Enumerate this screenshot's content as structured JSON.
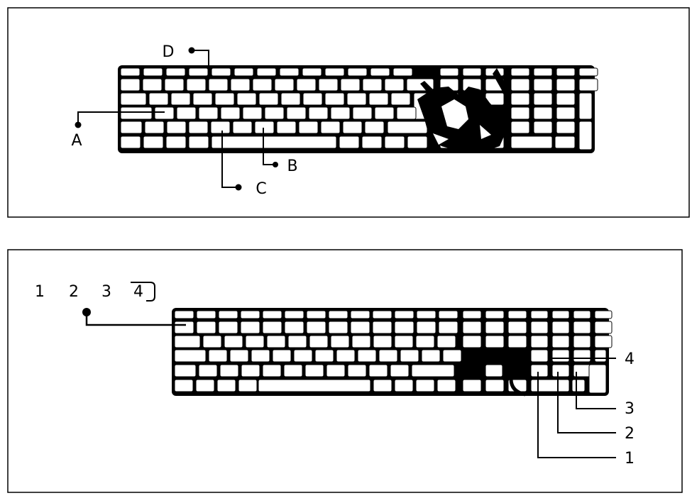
{
  "panel_top": {
    "callouts": [
      {
        "id": "a",
        "label": "A"
      },
      {
        "id": "b",
        "label": "B"
      },
      {
        "id": "c",
        "label": "C"
      },
      {
        "id": "d",
        "label": "D"
      }
    ]
  },
  "panel_bottom": {
    "legend_numbers": [
      "1",
      "2",
      "3",
      "4"
    ],
    "callouts": [
      {
        "id": "n1",
        "label": "1"
      },
      {
        "id": "n2",
        "label": "2"
      },
      {
        "id": "n3",
        "label": "3"
      },
      {
        "id": "n4",
        "label": "4"
      }
    ]
  },
  "colors": {
    "ink": "#000000",
    "paper": "#ffffff"
  }
}
